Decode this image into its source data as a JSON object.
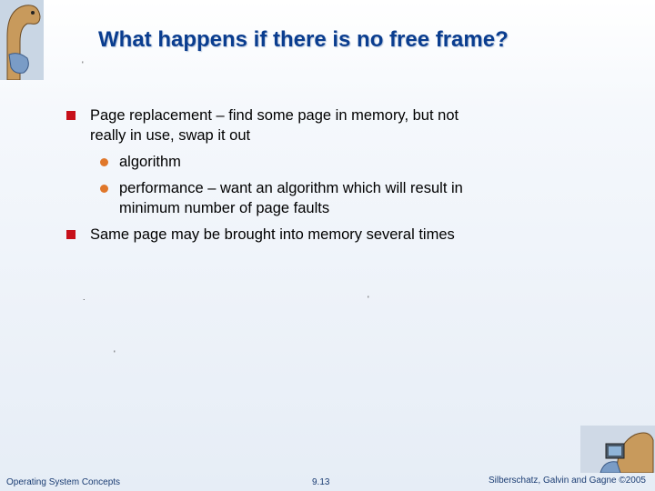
{
  "slide": {
    "title": "What happens if there is no free frame?",
    "bullets": [
      {
        "text_line1": "Page replacement – find some page in memory, but not",
        "text_line2": "really in use, swap it out"
      },
      {
        "text": "Same page may be brought into memory several times"
      }
    ],
    "sub_bullets": [
      {
        "text": "algorithm"
      },
      {
        "text_line1": "performance – want an algorithm which will result in",
        "text_line2": "minimum number of page faults"
      }
    ]
  },
  "footer": {
    "left": "Operating System Concepts",
    "center": "9.13",
    "right": "Silberschatz, Galvin and Gagne ©2005"
  },
  "colors": {
    "title": "#0a3d8f",
    "bullet": "#c7101a",
    "sub_bullet": "#e0772a"
  }
}
